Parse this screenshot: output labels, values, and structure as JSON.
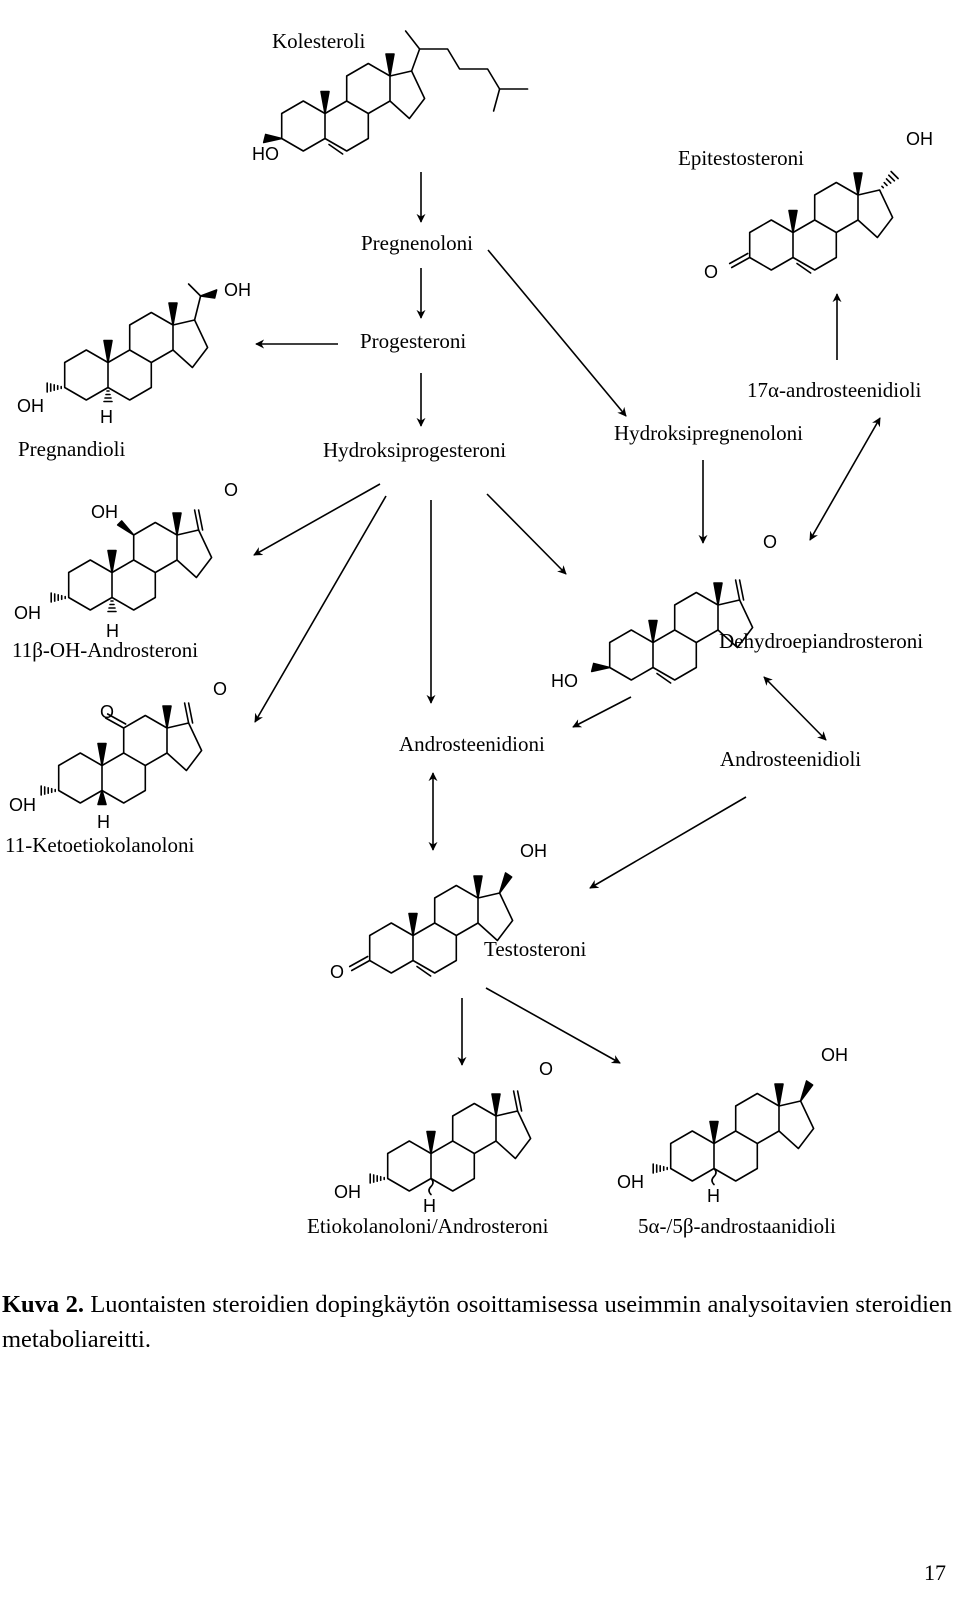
{
  "compounds": {
    "kolesteroli": "Kolesteroli",
    "pregnenoloni": "Pregnenoloni",
    "progesteroni": "Progesteroni",
    "hydroksiprogesteroni": "Hydroksiprogesteroni",
    "hydroksipregnenoloni": "Hydroksipregnenoloni",
    "pregnandioli": "Pregnandioli",
    "epitestosteroni": "Epitestosteroni",
    "androsteenidioli_17a": "17α-androsteenidioli",
    "oh_androsteroni_11b": "11β-OH-Androsteroni",
    "ketoetiokolanoloni_11": "11-Ketoetiokolanoloni",
    "androsteenidioni": "Androsteenidioni",
    "dehydroepiandrosteroni": "Dehydroepiandrosteroni",
    "androsteenidioli": "Androsteenidioli",
    "testosteroni": "Testosteroni",
    "etiokolanoloni_androsteroni": "Etiokolanoloni/Androsteroni",
    "androstaanidioli": "5α-/5β-androstaanidioli"
  },
  "atoms": {
    "oh": "OH",
    "ho": "HO",
    "o": "O",
    "h": "H"
  },
  "caption": {
    "label": "Kuva 2.",
    "text": "Luontaisten steroidien dopingkäytön osoittamisessa useimmin analysoitavien steroidien metaboliareitti."
  },
  "page_number": "17"
}
